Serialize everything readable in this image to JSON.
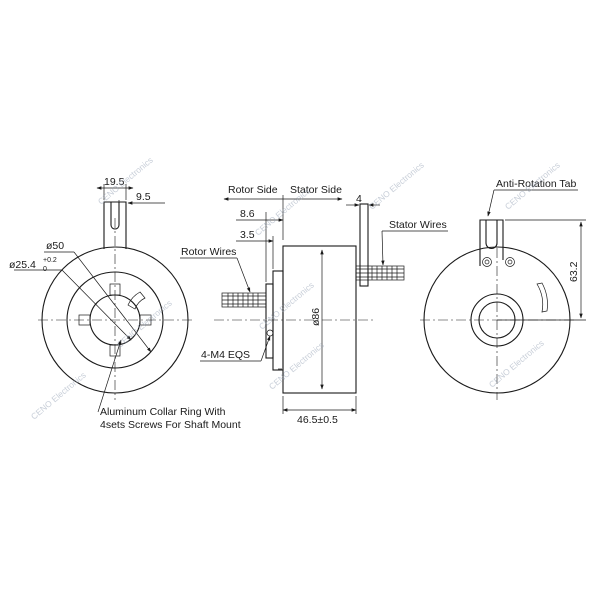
{
  "dimensions": {
    "w19_5": "19.5",
    "w9_5": "9.5",
    "d50": "ø50",
    "d25_4": "ø25.4",
    "tol_plus": "+0.2",
    "tol_minus": "0",
    "w8_6": "8.6",
    "w3_5": "3.5",
    "w4": "4",
    "d86": "ø86",
    "len": "46.5±0.5",
    "h63_2": "63.2",
    "screws": "4-M4 EQS"
  },
  "labels": {
    "rotor_side": "Rotor Side",
    "stator_side": "Stator Side",
    "rotor_wires": "Rotor Wires",
    "stator_wires": "Stator Wires",
    "anti_rotation": "Anti-Rotation Tab",
    "collar_line1": "Aluminum Collar Ring With",
    "collar_line2": "4sets Screws For Shaft Mount"
  },
  "watermark": "CENO Electronics"
}
